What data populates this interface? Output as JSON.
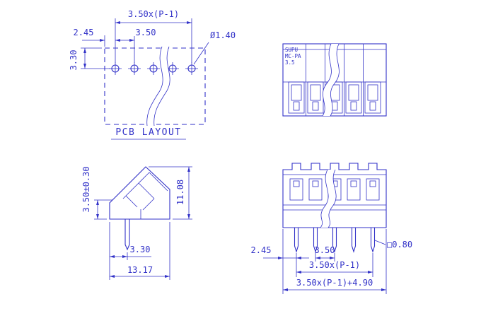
{
  "drawing": {
    "line_color": "#3232c8",
    "bg_color": "#ffffff",
    "pcb_layout": {
      "title": "PCB LAYOUT",
      "dim_pitch_total": "3.50x(P-1)",
      "dim_edge": "2.45",
      "dim_pitch": "3.50",
      "dim_row_offset": "3.30",
      "dim_hole_dia": "Ø1.40"
    },
    "top_view": {
      "markings": [
        "SUPU",
        "MC-PA",
        "3.5"
      ]
    },
    "side_view": {
      "dim_wire_height": "3.50±0.30",
      "dim_height": "11.08",
      "dim_pin_offset": "3.30",
      "dim_depth": "13.17"
    },
    "front_view": {
      "dim_edge": "2.45",
      "dim_pitch": "3.50",
      "dim_pin_square": "□0.80",
      "dim_pitch_total": "3.50x(P-1)",
      "dim_overall": "3.50x(P-1)+4.90"
    }
  }
}
